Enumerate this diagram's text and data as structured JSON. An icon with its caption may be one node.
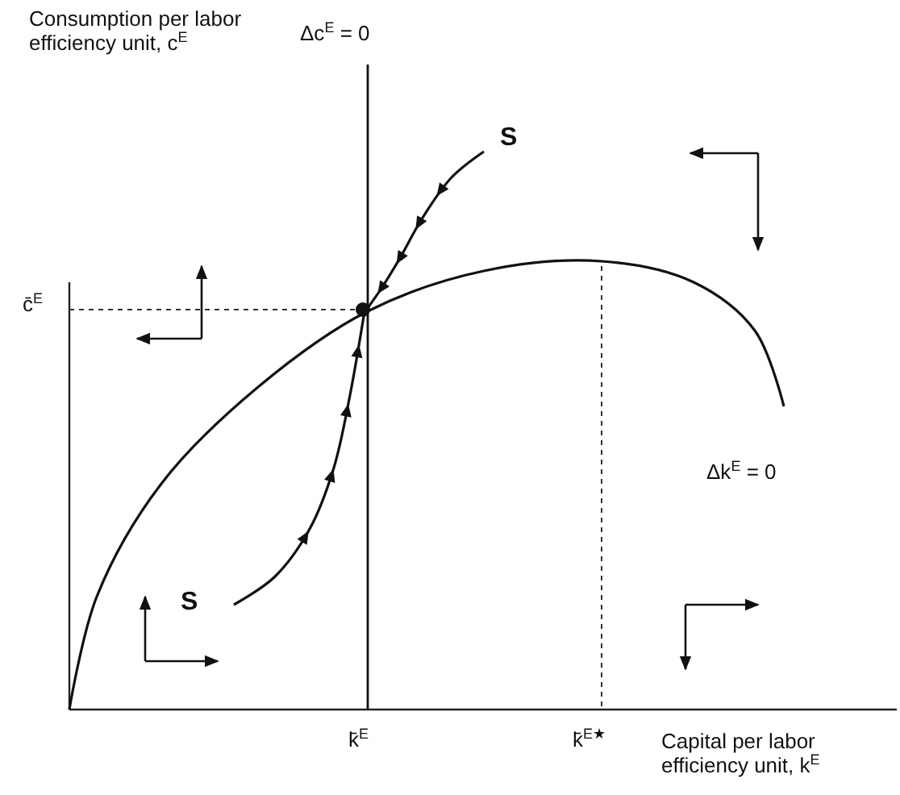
{
  "diagram": {
    "labels": [
      "Consumption per labor efficiency unit, c$^{E}$",
      "Δc$^{E}$ = 0",
      "S",
      "c̄$^{E}$",
      "Δk$^{E}$ = 0",
      "S",
      "k̄$^{E}$",
      "k̄$^{E★}$",
      "Capital per labor efficiency unit, k$^{E}$"
    ]
  }
}
